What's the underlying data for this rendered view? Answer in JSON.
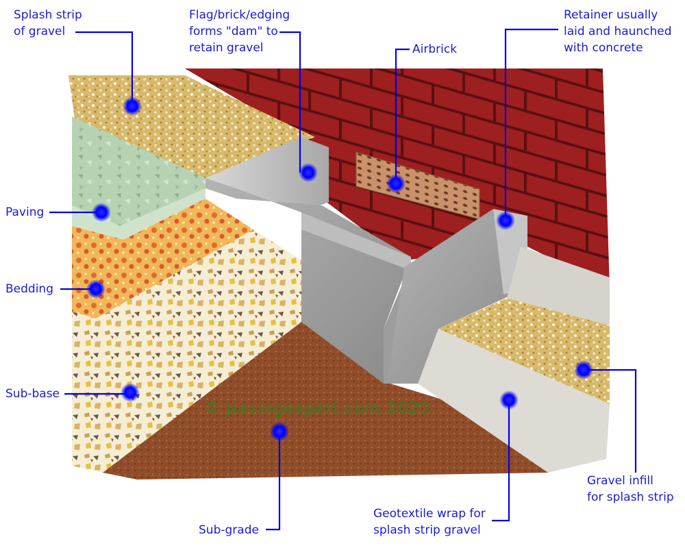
{
  "labels": {
    "splash_strip": "Splash strip\nof gravel",
    "dam": "Flag/brick/edging\nforms \"dam\" to\nretain gravel",
    "airbrick": "Airbrick",
    "retainer": "Retainer usually\nlaid and haunched\nwith concrete",
    "paving": "Paving",
    "bedding": "Bedding",
    "sub_base": "Sub-base",
    "sub_grade": "Sub-grade",
    "geotextile": "Geotextile wrap for\nsplash strip gravel",
    "gravel_infill": "Gravel infill\nfor splash strip"
  },
  "copyright": "© pavingexpert.com 2020",
  "colors": {
    "label_text": "#1a1ad8",
    "leader_line": "#0000e0",
    "marker": "#0000ff",
    "brick": "#9e1f1f",
    "mortar": "#5a1010",
    "concrete": "#9a9a9a",
    "gravel": "#d4b56a",
    "bedding": "#e08a40",
    "paving": "#a9c9a6",
    "sub_base": "#f0e7c8",
    "sub_grade": "#8a4a28",
    "geotextile": "#dedad4",
    "copyright": "#1f8a1f"
  }
}
